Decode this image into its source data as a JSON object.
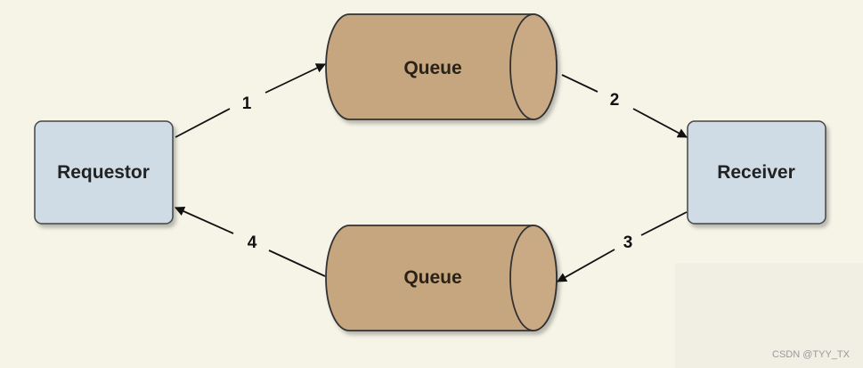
{
  "diagram": {
    "nodes": {
      "requestor": {
        "label": "Requestor"
      },
      "receiver": {
        "label": "Receiver"
      },
      "queue_top": {
        "label": "Queue"
      },
      "queue_bottom": {
        "label": "Queue"
      }
    },
    "steps": [
      {
        "label": "1"
      },
      {
        "label": "2"
      },
      {
        "label": "3"
      },
      {
        "label": "4"
      }
    ],
    "colors": {
      "background": "#f6f4e7",
      "box_fill": "#cfdce6",
      "box_stroke": "#444444",
      "queue_fill": "#c6a67f",
      "queue_stroke": "#333333",
      "arrow": "#111111"
    }
  },
  "watermark": "CSDN @TYY_TX"
}
